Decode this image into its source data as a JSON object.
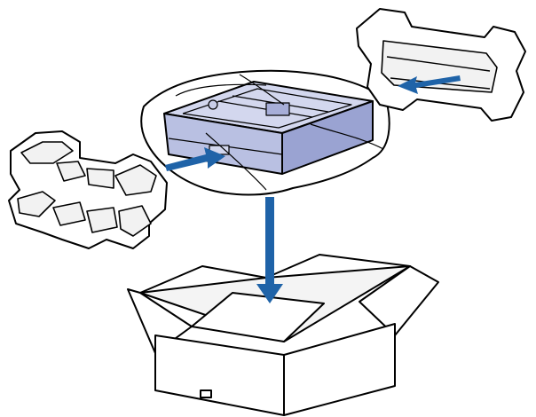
{
  "illustration": {
    "steps": [
      {
        "object": "left-foam-end-piece",
        "action": "attach"
      },
      {
        "object": "right-foam-end-piece",
        "action": "attach"
      },
      {
        "object": "paper-tray-unit-in-bag",
        "action": "insert-into-box"
      }
    ]
  },
  "colors": {
    "outline": "#000000",
    "tray_fill": "#c8cde8",
    "tray_shade": "#9aa3d2",
    "arrow": "#1f63a8",
    "background": "#ffffff"
  }
}
